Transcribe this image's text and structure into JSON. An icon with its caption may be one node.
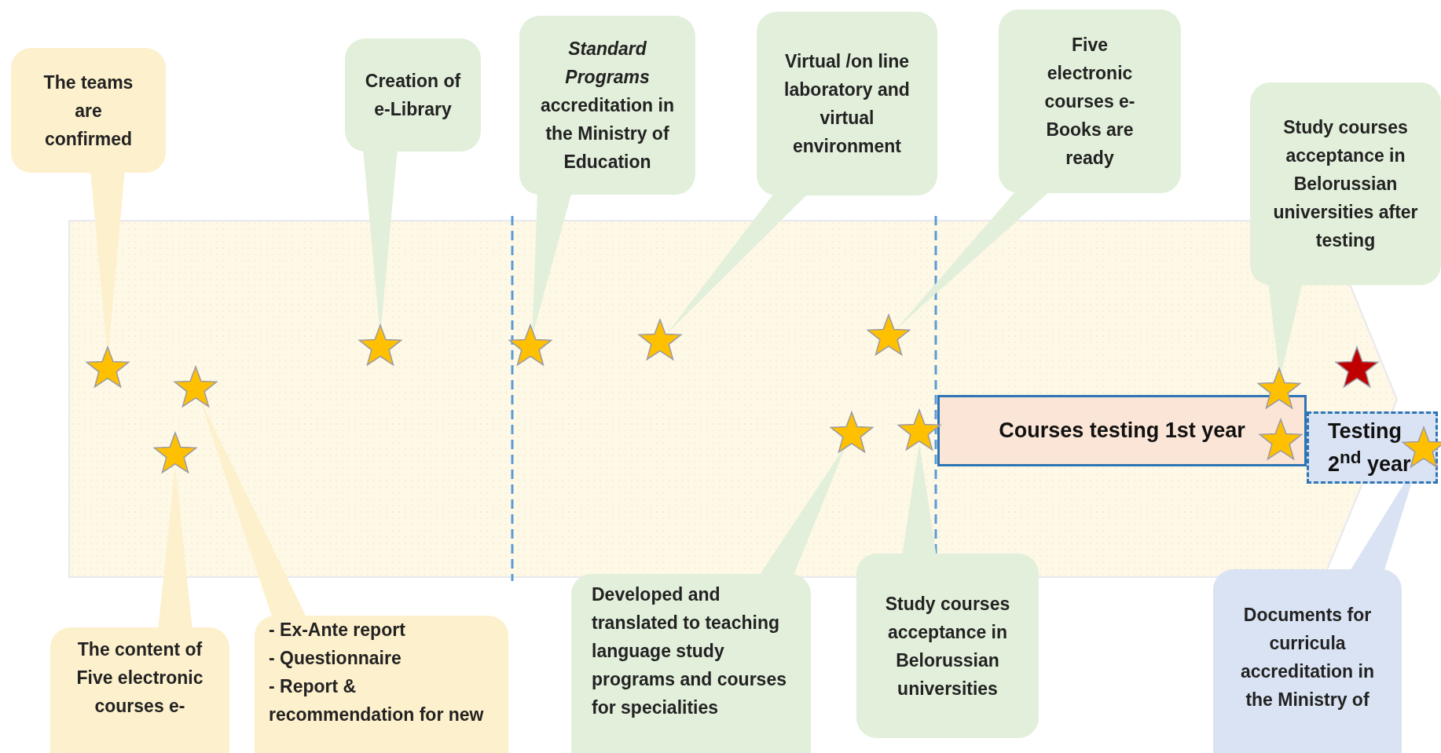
{
  "diagram": {
    "nodes": [
      {
        "text": [
          "The teams are confirmed"
        ]
      },
      {
        "text": [
          "Creation of e-Library"
        ]
      },
      {
        "text": [
          "*Standard Programs* accreditation in the Ministry of Education"
        ]
      },
      {
        "text": [
          "Virtual /on line laboratory and virtual environment"
        ]
      },
      {
        "text": [
          "Five electronic courses e-Books are ready"
        ]
      },
      {
        "text": [
          "Study courses acceptance in Belorussian universities after testing"
        ]
      },
      {
        "text": [
          "Courses testing 1st year"
        ]
      },
      {
        "text": [
          "Testing 2$^{nd}$ year"
        ]
      },
      {
        "text": [
          "The content of Five electronic courses e-"
        ]
      },
      {
        "text": [
          "- Ex-Ante report",
          "- Questionnaire",
          "- Report & recommendation for new"
        ]
      },
      {
        "text": [
          "Developed and translated to teaching language study programs and courses for specialities"
        ]
      },
      {
        "text": [
          "Study courses acceptance in Belorussian universities"
        ]
      },
      {
        "text": [
          "Documents for curricula accreditation in the Ministry of"
        ]
      },
      {
        "text": [],
        "shape": "star"
      },
      {
        "text": [],
        "shape": "star"
      },
      {
        "text": [],
        "shape": "star"
      },
      {
        "text": [],
        "shape": "star"
      },
      {
        "text": [],
        "shape": "star"
      },
      {
        "text": [],
        "shape": "star"
      },
      {
        "text": [],
        "shape": "star"
      },
      {
        "text": [],
        "shape": "star"
      },
      {
        "text": [],
        "shape": "star"
      },
      {
        "text": [],
        "shape": "star"
      },
      {
        "text": [],
        "shape": "star"
      }
    ],
    "edges": [
      {
        "from": 0,
        "to": 13,
        "arrow": "none"
      },
      {
        "from": 1,
        "to": 16,
        "arrow": "none"
      },
      {
        "from": 2,
        "to": 17,
        "arrow": "none"
      },
      {
        "from": 3,
        "to": 18,
        "arrow": "none"
      },
      {
        "from": 4,
        "to": 20,
        "arrow": "none"
      },
      {
        "from": 5,
        "to": 22,
        "arrow": "none"
      },
      {
        "from": 8,
        "to": 14,
        "arrow": "none"
      },
      {
        "from": 9,
        "to": 15,
        "arrow": "none"
      },
      {
        "from": 10,
        "to": 19,
        "arrow": "none"
      },
      {
        "from": 11,
        "to": 21,
        "arrow": "none"
      },
      {
        "from": 12,
        "to": 23,
        "arrow": "none"
      }
    ]
  }
}
